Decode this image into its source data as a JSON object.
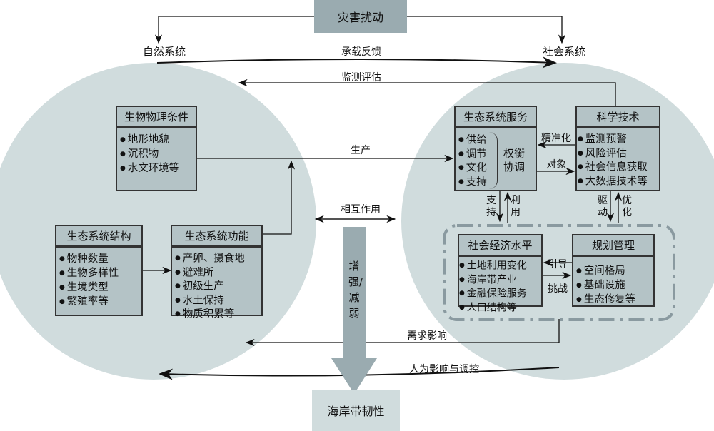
{
  "top": "灾害扰动",
  "bottom": "海岸带韧性",
  "natural": "自然系统",
  "social": "社会系统",
  "edges": {
    "carry": "承载反馈",
    "monitor": "监测评估",
    "produce": "生产",
    "interact": "相互作用",
    "demand": "需求影响",
    "human": "人为影响与调控",
    "precise": "精准化",
    "object": "对象",
    "support": "支持",
    "use": "利用",
    "drive": "驱动",
    "optimize": "优化",
    "guide": "引导",
    "challenge": "挑战",
    "strengthen": "增强/减弱"
  },
  "boxes": {
    "biophys": {
      "title": "生物物理条件",
      "items": [
        "地形地貌",
        "沉积物",
        "水文环境等"
      ]
    },
    "structure": {
      "title": "生态系统结构",
      "items": [
        "物种数量",
        "生物多样性",
        "生境类型",
        "繁殖率等"
      ]
    },
    "function": {
      "title": "生态系统功能",
      "items": [
        "产卵、摄食地",
        "避难所",
        "初级生产",
        "水土保持",
        "物质积累等"
      ]
    },
    "service": {
      "title": "生态系统服务",
      "items": [
        "供给",
        "调节",
        "文化",
        "支持"
      ],
      "note": "权衡协调"
    },
    "tech": {
      "title": "科学技术",
      "items": [
        "监测预警",
        "风险评估",
        "社会信息获取",
        "大数据技术等"
      ]
    },
    "socio": {
      "title": "社会经济水平",
      "items": [
        "土地利用变化",
        "海岸带产业",
        "金融保险服务",
        "人口结构等"
      ]
    },
    "plan": {
      "title": "规划管理",
      "items": [
        "空间格局",
        "基础设施",
        "生态修复等"
      ]
    }
  },
  "colors": {
    "ellipse": "#d0dcdd",
    "box": "#b4c3c6",
    "accent": "#9aabb0"
  }
}
